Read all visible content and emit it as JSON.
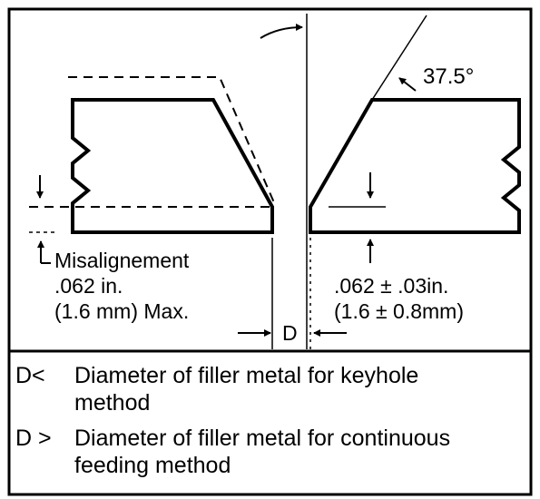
{
  "colors": {
    "line": "#000000",
    "background": "#ffffff"
  },
  "angle_label": "37.5°",
  "misalignment": {
    "line1": "Misalignement",
    "line2": ".062 in.",
    "line3": "(1.6 mm) Max."
  },
  "root_opening": {
    "line1": ".062 ± .03in.",
    "line2": "(1.6 ± 0.8mm)"
  },
  "gap_label": "D",
  "legend": [
    {
      "symbol": "D<",
      "line1": "Diameter of filler metal for keyhole",
      "line2": "method"
    },
    {
      "symbol": "D >",
      "line1": "Diameter of filler metal for continuous",
      "line2": "feeding method"
    }
  ]
}
